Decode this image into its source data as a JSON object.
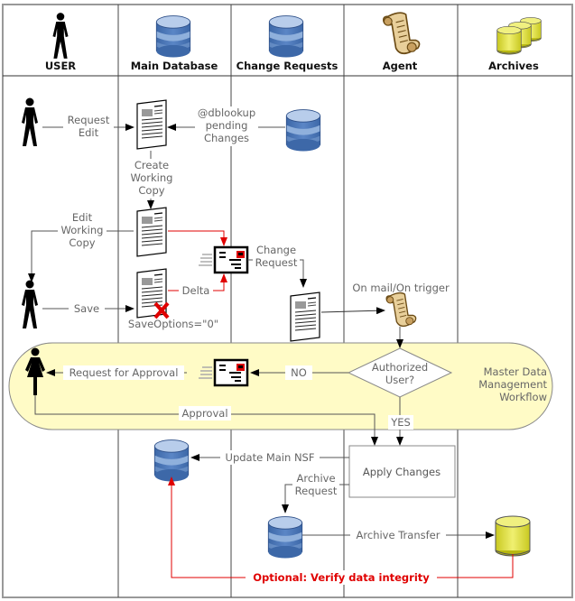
{
  "lanes": [
    {
      "label": "USER",
      "icon": "person-icon"
    },
    {
      "label": "Main Database",
      "icon": "database-icon"
    },
    {
      "label": "Change Requests",
      "icon": "database-icon"
    },
    {
      "label": "Agent",
      "icon": "scroll-icon"
    },
    {
      "label": "Archives",
      "icon": "archive-cylinders-icon"
    }
  ],
  "labels": {
    "request_edit": [
      "Request",
      "Edit"
    ],
    "dblookup": [
      "@dblookup",
      "pending",
      "Changes"
    ],
    "create_working_copy": [
      "Create",
      "Working",
      "Copy"
    ],
    "edit_working_copy": [
      "Edit",
      "Working",
      "Copy"
    ],
    "change_request": [
      "Change",
      "Request"
    ],
    "save": "Save",
    "delta": "Delta",
    "save_options": "SaveOptions=\"0\"",
    "on_mail": "On mail/On trigger",
    "request_for_approval": "Request for Approval",
    "no": "NO",
    "authorized_user": [
      "Authorized",
      "User?"
    ],
    "workflow": [
      "Master Data",
      "Management",
      "Workflow"
    ],
    "approval": "Approval",
    "yes": "YES",
    "update_main_nsf": "Update Main NSF",
    "apply_changes": "Apply Changes",
    "archive_request": [
      "Archive",
      "Request"
    ],
    "archive_transfer": "Archive Transfer",
    "verify": "Optional: Verify data integrity"
  },
  "colors": {
    "db_blue": "#4a74b4",
    "archive_yellow": "#e6e650",
    "workflow_fill": "#fffbc6",
    "alert_red": "#e00000"
  }
}
